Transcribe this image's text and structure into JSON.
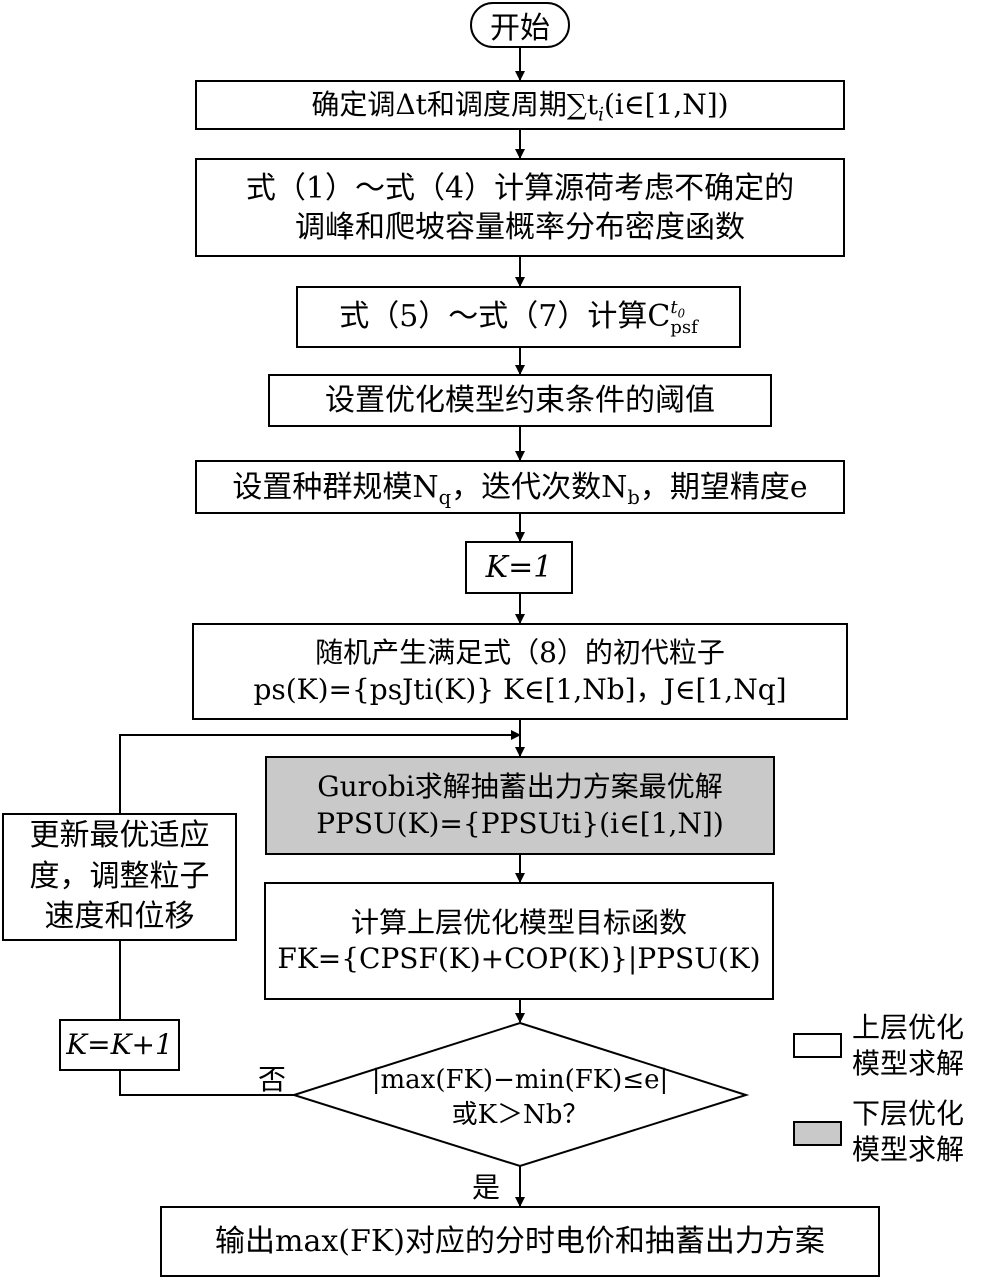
{
  "flowchart": {
    "start": "开始",
    "step1": "确定调Δt和调度周期∑t",
    "step1_tail": "(i∈[1,N])",
    "step2_line1": "式（1）～式（4）计算源荷考虑不确定的",
    "step2_line2": "调峰和爬坡容量概率分布密度函数",
    "step3": "式（5）～式（7）计算C",
    "step4": "设置优化模型约束条件的阈值",
    "step5_a": "设置种群规模N",
    "step5_b": "，迭代次数N",
    "step5_c": "，期望精度e",
    "step6": "K=1",
    "step7_line1": "随机产生满足式（8）的初代粒子",
    "step7_line2": "ps(K)={psJti(K)} K∈[1,Nb]，J∈[1,Nq]",
    "step8_line1": "Gurobi求解抽蓄出力方案最优解",
    "step8_line2": "PPSU(K)={PPSUti}(i∈[1,N])",
    "step9_line1": "计算上层优化模型目标函数",
    "step9_line2": "FK={CPSF(K)+COP(K)}|PPSU(K)",
    "decision_line1": "|max(FK)−min(FK)≤e|",
    "decision_line2": "或K＞Nb？",
    "update_box": "更新最优适应度，调整粒子速度和位移",
    "update_line1": "更新最优适应",
    "update_line2": "度，调整粒子",
    "update_line3": "速度和位移",
    "increment": "K=K+1",
    "no_label": "否",
    "yes_label": "是",
    "output": "输出max(FK)对应的分时电价和抽蓄出力方案"
  },
  "legend": {
    "upper_line1": "上层优化",
    "upper_line2": "模型求解",
    "lower_line1": "下层优化",
    "lower_line2": "模型求解",
    "upper_color": "#ffffff",
    "lower_color": "#c9c9c9"
  }
}
